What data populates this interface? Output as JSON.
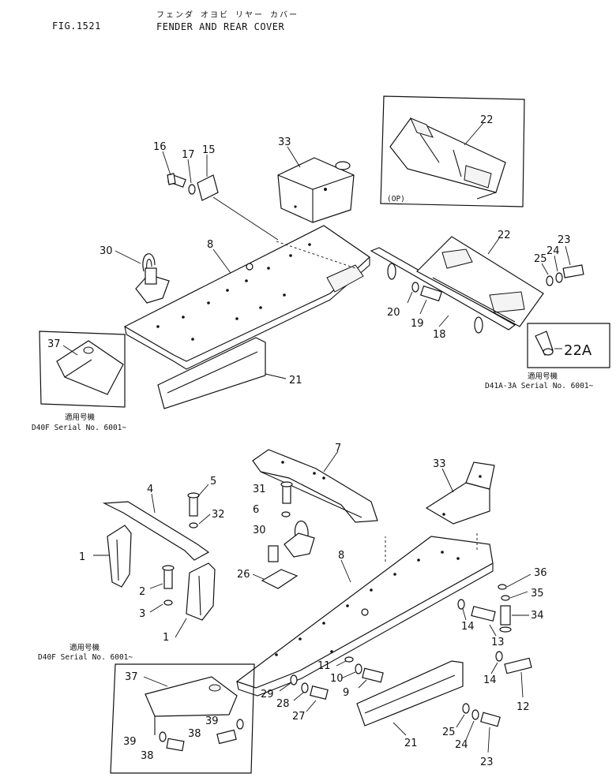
{
  "header": {
    "figure_number": "FIG.1521",
    "title_japanese": "フェンダ オヨビ リヤー カバー",
    "title_english": "FENDER AND REAR COVER"
  },
  "insets": {
    "option": {
      "label": "(OP)",
      "callouts": [
        "22"
      ]
    },
    "serial_upper_left": {
      "applicable_label": "適用号機",
      "serial": "D40F  Serial No. 6001~",
      "callouts": [
        "37"
      ]
    },
    "serial_upper_right": {
      "applicable_label": "適用号機",
      "serial": "D41A-3A  Serial No. 6001~",
      "callouts": [
        "22A"
      ]
    },
    "serial_lower": {
      "applicable_label": "適用号機",
      "serial": "D40F  Serial No. 6001~",
      "callouts": [
        "37",
        "39",
        "38",
        "39",
        "38"
      ]
    }
  },
  "callouts": {
    "upper": [
      "16",
      "17",
      "15",
      "33",
      "30",
      "8",
      "22",
      "24",
      "23",
      "25",
      "20",
      "19",
      "18",
      "21"
    ],
    "lower": [
      "7",
      "33",
      "5",
      "4",
      "31",
      "6",
      "32",
      "30",
      "1",
      "26",
      "8",
      "36",
      "35",
      "2",
      "3",
      "34",
      "14",
      "13",
      "1",
      "11",
      "10",
      "14",
      "12",
      "29",
      "9",
      "28",
      "27",
      "25",
      "24",
      "21",
      "23"
    ]
  }
}
